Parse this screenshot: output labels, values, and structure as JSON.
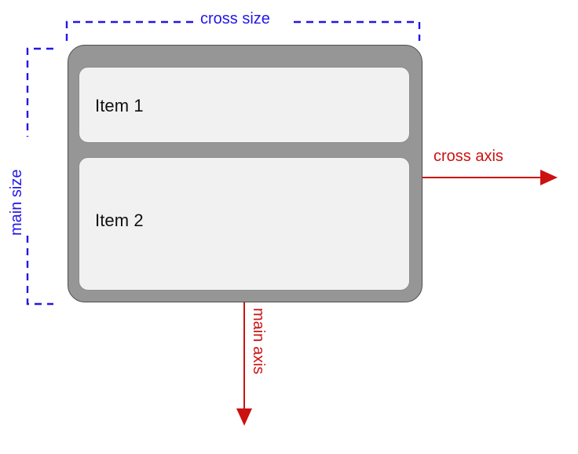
{
  "diagram": {
    "title": "flexbox main axis and cross axis (column direction)",
    "colors": {
      "annotation_blue": "#2316e8",
      "annotation_red": "#cc1111",
      "container_fill": "#969696",
      "container_stroke": "#4d4d4d",
      "item_fill": "#f1f1f1",
      "item_stroke": "#8c8c8c",
      "background": "#ffffff"
    },
    "container": {
      "name": "flex-container",
      "items": [
        {
          "label": "Item 1"
        },
        {
          "label": "Item 2"
        }
      ]
    },
    "annotations": {
      "cross_size": {
        "label": "cross size",
        "orientation": "horizontal",
        "color": "#2316e8",
        "style": "dashed-bracket"
      },
      "main_size": {
        "label": "main size",
        "orientation": "vertical",
        "color": "#2316e8",
        "style": "dashed-bracket"
      },
      "cross_axis": {
        "label": "cross axis",
        "orientation": "horizontal",
        "direction": "right",
        "color": "#cc1111",
        "style": "solid-arrow"
      },
      "main_axis": {
        "label": "main axis",
        "orientation": "vertical",
        "direction": "down",
        "color": "#cc1111",
        "style": "solid-arrow"
      }
    }
  }
}
